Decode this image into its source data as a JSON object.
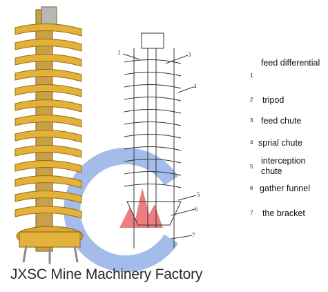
{
  "diagram": {
    "parts": [
      {
        "num": "1",
        "label": "feed differential"
      },
      {
        "num": "2",
        "label": "tripod"
      },
      {
        "num": "3",
        "label": "feed chute"
      },
      {
        "num": "4",
        "label": "sprial chute"
      },
      {
        "num": "5",
        "label": "interception chute"
      },
      {
        "num": "6",
        "label": "gather funnel"
      },
      {
        "num": "7",
        "label": "the bracket"
      }
    ],
    "drawing_numbers": [
      "1",
      "3",
      "4",
      "5",
      "6",
      "7"
    ]
  },
  "footer": {
    "text": "JXSC Mine Machinery Factory"
  },
  "colors": {
    "spiral_gold": "#e2b23a",
    "spiral_shadow": "#b07c16",
    "watermark_blue": "#3b6fcf",
    "watermark_red": "#e0282e"
  }
}
